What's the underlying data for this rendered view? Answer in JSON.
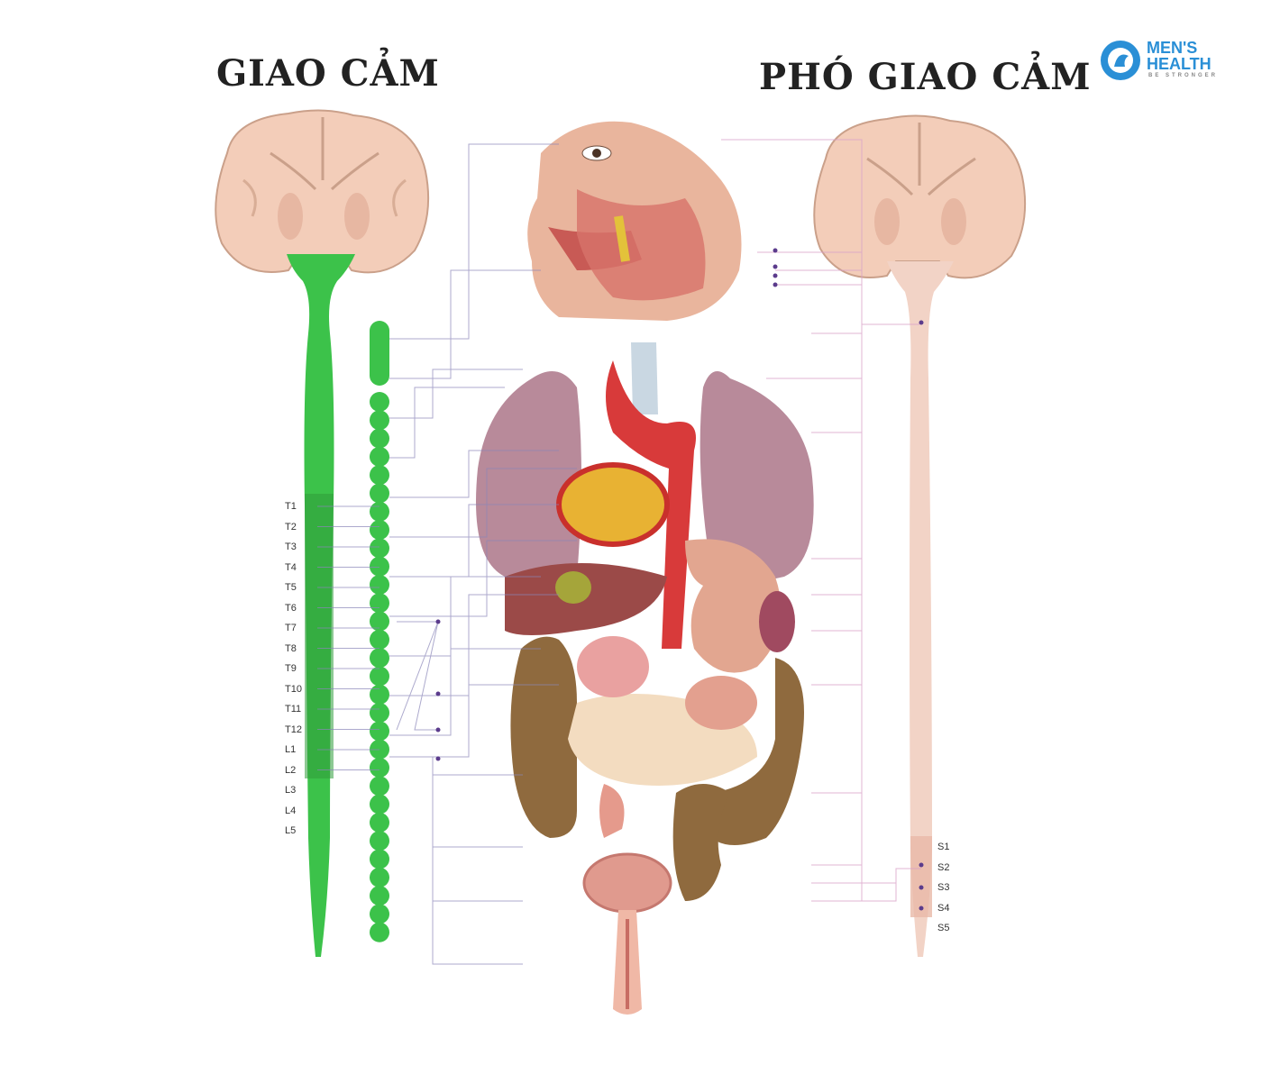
{
  "titles": {
    "sympathetic": "GIAO CẢM",
    "parasympathetic": "PHÓ GIAO CẢM"
  },
  "logo": {
    "line1": "MEN'S",
    "line2": "HEALTH",
    "tagline": "BE STRONGER",
    "color": "#2a8fd6"
  },
  "sympathetic_segments": [
    "T1",
    "T2",
    "T3",
    "T4",
    "T5",
    "T6",
    "T7",
    "T8",
    "T9",
    "T10",
    "T11",
    "T12",
    "L1",
    "L2",
    "L3",
    "L4",
    "L5"
  ],
  "parasympathetic_segments": [
    "S1",
    "S2",
    "S3",
    "S4",
    "S5"
  ],
  "colors": {
    "sympathetic": "#3cc24a",
    "sympathetic_dark": "#2f9d3b",
    "parasympathetic": "#f2d3c6",
    "brain": "#f3cdb9",
    "wire": "#8a86b8"
  }
}
